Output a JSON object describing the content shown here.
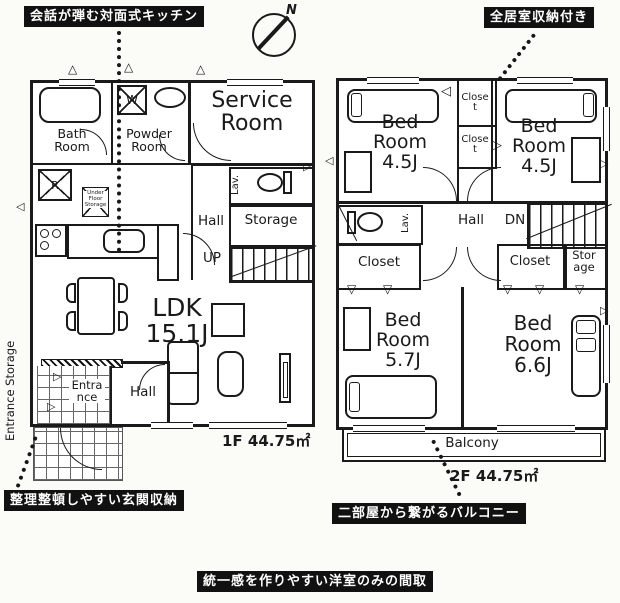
{
  "callouts": {
    "kitchen": "会話が弾む対面式キッチン",
    "all_rooms_storage": "全居室収納付き",
    "entrance_storage": "整理整頓しやすい玄関収納",
    "balcony": "二部屋から繋がるバルコニー",
    "western_rooms_note": "統一感を作りやすい洋室のみの間取"
  },
  "compass": {
    "north": "N"
  },
  "icons": {
    "vent_triangle": "△",
    "door_swing_left": "◁",
    "door_swing_right": "▷",
    "door_swing_down": "▽"
  },
  "floor1": {
    "area_label": "1F 44.75㎡",
    "rooms": {
      "bath": "Bath Room",
      "powder": "Powder Room",
      "service": "Service Room",
      "lav": "Lav.",
      "hall_upper": "Hall",
      "storage": "Storage",
      "up": "UP",
      "ldk_line1": "LDK",
      "ldk_line2": "15.1J",
      "entrance": "Entrance",
      "hall_lower": "Hall",
      "entrance_storage": "Entrance Storage",
      "under_floor_storage": "Under Floor Storage",
      "fridge": "R",
      "washer": "W"
    }
  },
  "floor2": {
    "area_label": "2F 44.75㎡",
    "rooms": {
      "bedroom1_name": "Bed Room",
      "bedroom1_size": "4.5J",
      "bedroom2_name": "Bed Room",
      "bedroom2_size": "4.5J",
      "bedroom3_name": "Bed Room",
      "bedroom3_size": "5.7J",
      "bedroom4_name": "Bed Room",
      "bedroom4_size": "6.6J",
      "closet_small_top": "Closet",
      "closet_small_bottom": "Closet",
      "closet_left": "Closet",
      "closet_right": "Closet",
      "storage": "Storage",
      "hall": "Hall",
      "dn": "DN",
      "lav": "Lav.",
      "balcony": "Balcony"
    }
  },
  "colors": {
    "ink": "#1a1a1a",
    "paper": "#fbfbf8",
    "label_bg": "#111111",
    "label_text": "#ffffff"
  }
}
